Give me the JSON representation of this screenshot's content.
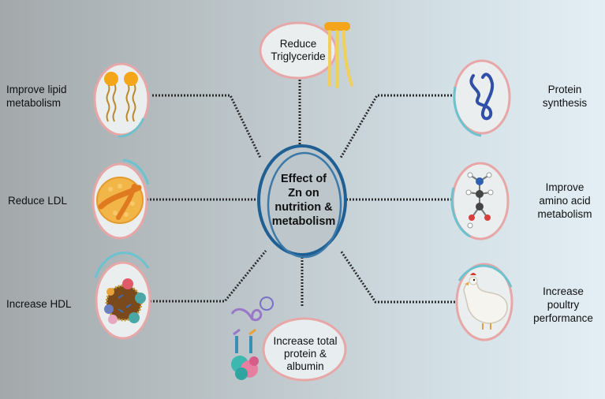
{
  "center": {
    "title": "Effect of\nZn on\nnutrition &\nmetabolism"
  },
  "left_items": [
    {
      "label": "Improve lipid\nmetabolism",
      "icon": "phospholipid-icon"
    },
    {
      "label": "Reduce LDL",
      "icon": "ldl-particle-icon"
    },
    {
      "label": "Increase HDL",
      "icon": "hdl-particle-icon"
    }
  ],
  "right_items": [
    {
      "label": "Protein\nsynthesis",
      "icon": "protein-strand-icon"
    },
    {
      "label": "Improve\namino acid\nmetabolism",
      "icon": "amino-acid-molecule-icon"
    },
    {
      "label": "Increase\npoultry\nperformance",
      "icon": "chicken-icon"
    }
  ],
  "top_item": {
    "label": "Reduce\nTriglyceride",
    "icon": "triglyceride-icon"
  },
  "bottom_item": {
    "label": "Increase total\nprotein &\nalbumin",
    "icon": "albumin-protein-icon"
  },
  "colors": {
    "ring_pink": "#e8a7a7",
    "ring_cyan": "#6cc3d0",
    "center_ring": "#1f5f93",
    "connector": "#2b2b2b"
  }
}
